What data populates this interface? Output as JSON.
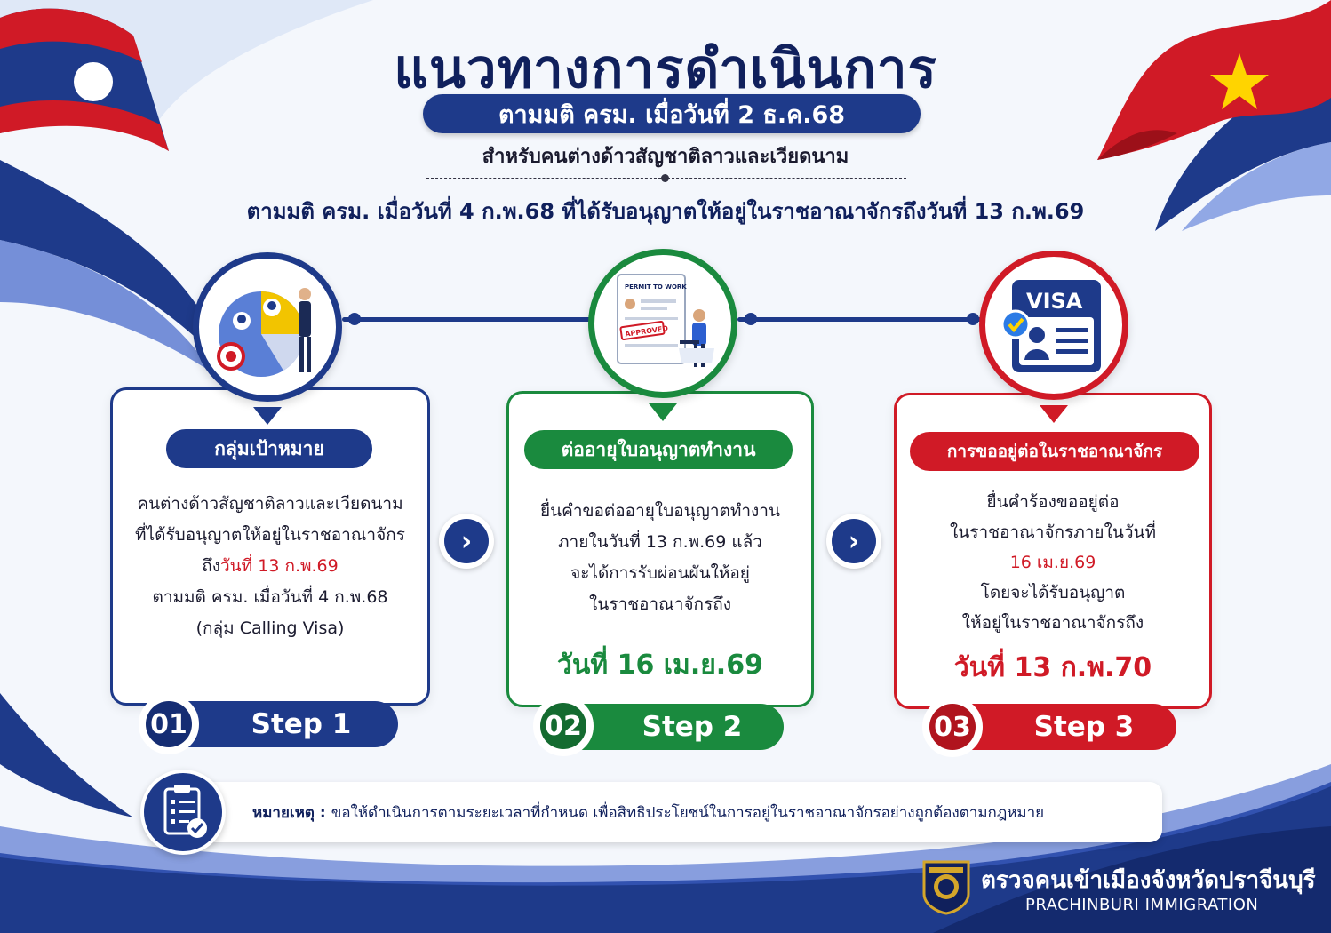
{
  "header": {
    "title": "แนวทางการดำเนินการ",
    "pill": "ตามมติ ครม. เมื่อวันที่ 2 ธ.ค.68",
    "subtitle": "สำหรับคนต่างด้าวสัญชาติลาวและเวียดนาม",
    "subtitle2": "ตามมติ ครม. เมื่อวันที่ 4 ก.พ.68 ที่ได้รับอนุญาตให้อยู่ในราชอาณาจักรถึงวันที่ 13 ก.พ.69"
  },
  "colors": {
    "blue": "#1e3a8a",
    "green": "#1a8a3e",
    "red": "#d01a26",
    "navy": "#10205c"
  },
  "steps": [
    {
      "pill": "กลุ่มเป้าหมาย",
      "lines": [
        "คนต่างด้าวสัญชาติลาวและเวียดนาม",
        "ที่ได้รับอนุญาตให้อยู่ในราชอาณาจักร"
      ],
      "line3_prefix": "ถึง",
      "line3_highlight": "วันที่ 13 ก.พ.69",
      "line4": "ตามมติ ครม. เมื่อวันที่ 4 ก.พ.68",
      "line5": "(กลุ่ม Calling Visa)",
      "num": "01",
      "label": "Step 1",
      "icon": "target-group-icon"
    },
    {
      "pill": "ต่ออายุใบอนุญาตทำงาน",
      "lines": [
        "ยื่นคำขอต่ออายุใบอนุญาตทำงาน",
        "ภายในวันที่ 13 ก.พ.69 แล้ว",
        "จะได้การรับผ่อนผันให้อยู่",
        "ในราชอาณาจักรถึง"
      ],
      "date": "วันที่ 16 เม.ย.69",
      "num": "02",
      "label": "Step 2",
      "icon": "work-permit-icon",
      "doc_title": "PERMIT TO WORK",
      "stamp": "APPROVED"
    },
    {
      "pill": "การขออยู่ต่อในราชอาณาจักร",
      "lines": [
        "ยื่นคำร้องขออยู่ต่อ",
        "ในราชอาณาจักรภายในวันที่"
      ],
      "line3_highlight": "16 เม.ย.69",
      "lines2": [
        "โดยจะได้รับอนุญาต",
        "ให้อยู่ในราชอาณาจักรถึง"
      ],
      "date": "วันที่ 13 ก.พ.70",
      "num": "03",
      "label": "Step 3",
      "icon": "visa-icon",
      "visa_text": "VISA"
    }
  ],
  "note": {
    "label": "หมายเหตุ :",
    "text": "ขอให้ดำเนินการตามระยะเวลาที่กำหนด เพื่อสิทธิประโยชน์ในการอยู่ในราชอาณาจักรอย่างถูกต้องตามกฎหมาย",
    "icon": "checklist-icon"
  },
  "org": {
    "name_th": "ตรวจคนเข้าเมืองจังหวัดปราจีนบุรี",
    "name_en": "PRACHINBURI IMMIGRATION",
    "logo": "immigration-badge-icon"
  },
  "decor": {
    "left_flag": "laos-flag-icon",
    "right_flag": "vietnam-flag-icon"
  }
}
